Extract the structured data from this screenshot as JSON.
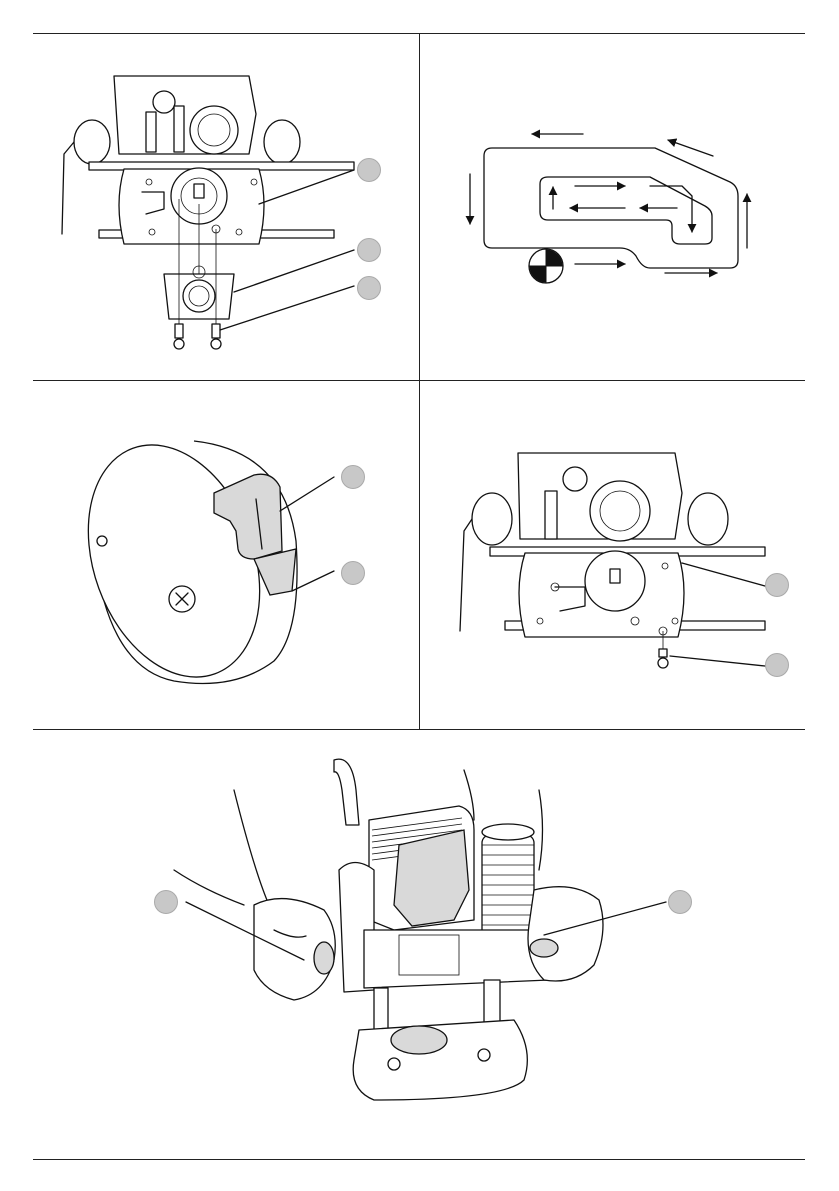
{
  "figures": [
    {
      "id": "fig-base-install",
      "callouts": 3
    },
    {
      "id": "fig-feed-direction",
      "callouts": 0
    },
    {
      "id": "fig-cap-lever",
      "callouts": 2
    },
    {
      "id": "fig-base-screw",
      "callouts": 2
    },
    {
      "id": "fig-two-hand-grip",
      "callouts": 2
    }
  ],
  "colors": {
    "line": "#111111",
    "callout": "#c8c8c8",
    "rule": "#222222",
    "fill_grey": "#d9d9d9"
  }
}
